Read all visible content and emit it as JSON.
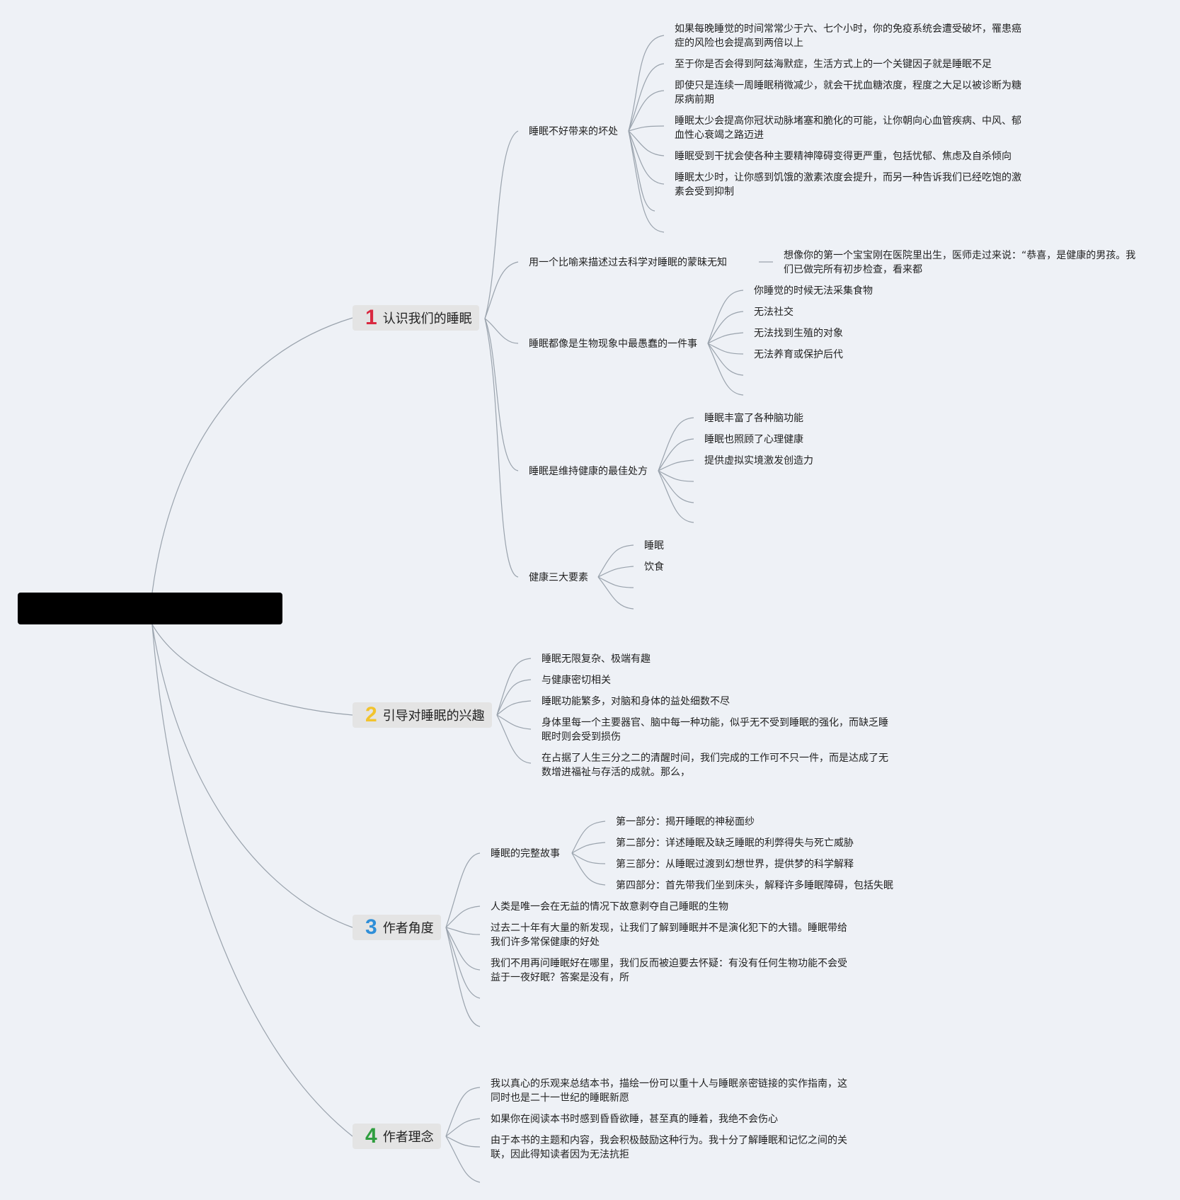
{
  "root": {
    "label": ""
  },
  "colors": {
    "background": "#eef1f6",
    "line": "#9aa3ad",
    "branch_bg": "#e4e4e4",
    "num1": "#d9283f",
    "num2": "#f2c32d",
    "num3": "#2f8fd8",
    "num4": "#2f9e3f"
  },
  "b1": {
    "num": "1",
    "label": "认识我们的睡眠",
    "c1": {
      "label": "睡眠不好带来的坏处",
      "items": [
        "如果每晚睡觉的时间常常少于六、七个小时，你的免疫系统会遭受破坏，罹患癌症的风险也会提高到两倍以上",
        "至于你是否会得到阿兹海默症，生活方式上的一个关键因子就是睡眠不足",
        "即使只是连续一周睡眠稍微减少，就会干扰血糖浓度，程度之大足以被诊断为糖尿病前期",
        "睡眠太少会提高你冠状动脉堵塞和脆化的可能，让你朝向心血管疾病、中风、郁血性心衰竭之路迈进",
        "睡眠受到干扰会使各种主要精神障碍变得更严重，包括忧郁、焦虑及自杀倾向",
        "睡眠太少时，让你感到饥饿的激素浓度会提升，而另一种告诉我们已经吃饱的激素会受到抑制"
      ]
    },
    "c2": {
      "label": "用一个比喻来描述过去科学对睡眠的蒙昧无知",
      "items": [
        "想像你的第一个宝宝刚在医院里出生，医师走过来说：“恭喜，是健康的男孩。我们已做完所有初步检查，看来都"
      ]
    },
    "c3": {
      "label": "睡眠都像是生物现象中最愚蠢的一件事",
      "items": [
        "你睡觉的时候无法采集食物",
        "无法社交",
        "无法找到生殖的对象",
        "无法养育或保护后代"
      ]
    },
    "c4": {
      "label": "睡眠是维持健康的最佳处方",
      "items": [
        "睡眠丰富了各种脑功能",
        "睡眠也照顾了心理健康",
        "提供虚拟实境激发创造力"
      ]
    },
    "c5": {
      "label": "健康三大要素",
      "items": [
        "睡眠",
        "饮食"
      ]
    }
  },
  "b2": {
    "num": "2",
    "label": "引导对睡眠的兴趣",
    "items": [
      "睡眠无限复杂、极端有趣",
      "与健康密切相关",
      "睡眠功能繁多，对脑和身体的益处细数不尽",
      "身体里每一个主要器官、脑中每一种功能，似乎无不受到睡眠的强化，而缺乏睡眠时则会受到损伤",
      "在占据了人生三分之二的清醒时间，我们完成的工作可不只一件，而是达成了无数增进福祉与存活的成就。那么，"
    ]
  },
  "b3": {
    "num": "3",
    "label": "作者角度",
    "c1": {
      "label": "睡眠的完整故事",
      "items": [
        "第一部分：揭开睡眠的神秘面纱",
        "第二部分：详述睡眠及缺乏睡眠的利弊得失与死亡威胁",
        "第三部分：从睡眠过渡到幻想世界，提供梦的科学解释",
        "第四部分：首先带我们坐到床头，解释许多睡眠障碍，包括失眠"
      ]
    },
    "items": [
      "人类是唯一会在无益的情况下故意剥夺自己睡眠的生物",
      "过去二十年有大量的新发现，让我们了解到睡眠并不是演化犯下的大错。睡眠带给我们许多常保健康的好处",
      "我们不用再问睡眠好在哪里，我们反而被迫要去怀疑：有没有任何生物功能不会受益于一夜好眠？答案是没有，所"
    ]
  },
  "b4": {
    "num": "4",
    "label": "作者理念",
    "items": [
      "我以真心的乐观来总结本书，描绘一份可以重十人与睡眠亲密链接的实作指南，这同时也是二十一世纪的睡眠新愿",
      "如果你在阅读本书时感到昏昏欲睡，甚至真的睡着，我绝不会伤心",
      "由于本书的主题和内容，我会积极鼓励这种行为。我十分了解睡眠和记忆之间的关联，因此得知读者因为无法抗拒"
    ]
  }
}
